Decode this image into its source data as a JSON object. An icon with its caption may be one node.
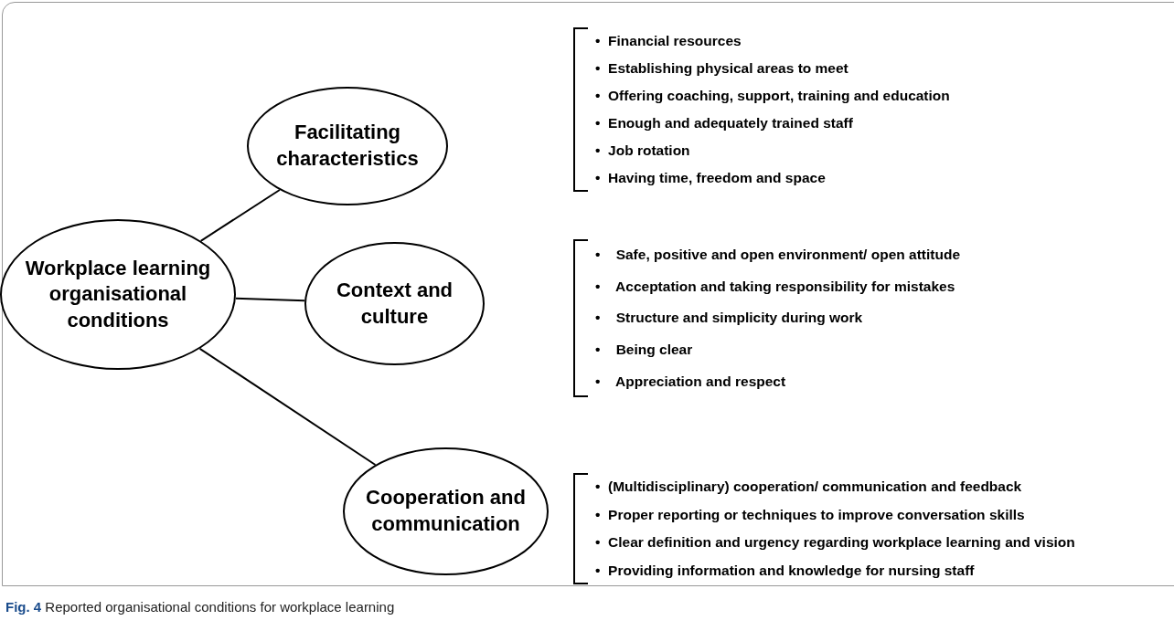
{
  "diagram": {
    "caption": "**Fig. 4** Reported organisational conditions for workplace learning",
    "nodes": [
      {
        "text": [
          "Workplace learning organisational conditions"
        ]
      },
      {
        "text": [
          "Facilitating characteristics"
        ]
      },
      {
        "text": [
          "•  Financial resources",
          "•  Establishing physical areas to meet",
          "•  Offering coaching, support, training and education",
          "•  Enough and adequately trained staff",
          "•  Job rotation",
          "•  Having time, freedom and space"
        ]
      },
      {
        "text": [
          "Context and culture"
        ]
      },
      {
        "text": [
          "•    Safe, positive and open environment/ open attitude",
          "•    Acceptation and taking responsibility for mistakes",
          "•    Structure and simplicity during work",
          "•    Being clear",
          "•    Appreciation and respect"
        ]
      },
      {
        "text": [
          "Cooperation and communication"
        ]
      },
      {
        "text": [
          "•  (Multidisciplinary) cooperation/ communication and feedback",
          "•  Proper reporting or techniques to improve conversation skills",
          "•  Clear definition and urgency regarding workplace learning and vision",
          "•  Providing information and knowledge for nursing staff"
        ]
      }
    ],
    "edges": [
      {
        "from": 0,
        "to": 1,
        "arrow": "none"
      },
      {
        "from": 0,
        "to": 3,
        "arrow": "none"
      },
      {
        "from": 0,
        "to": 5,
        "arrow": "none"
      }
    ]
  }
}
